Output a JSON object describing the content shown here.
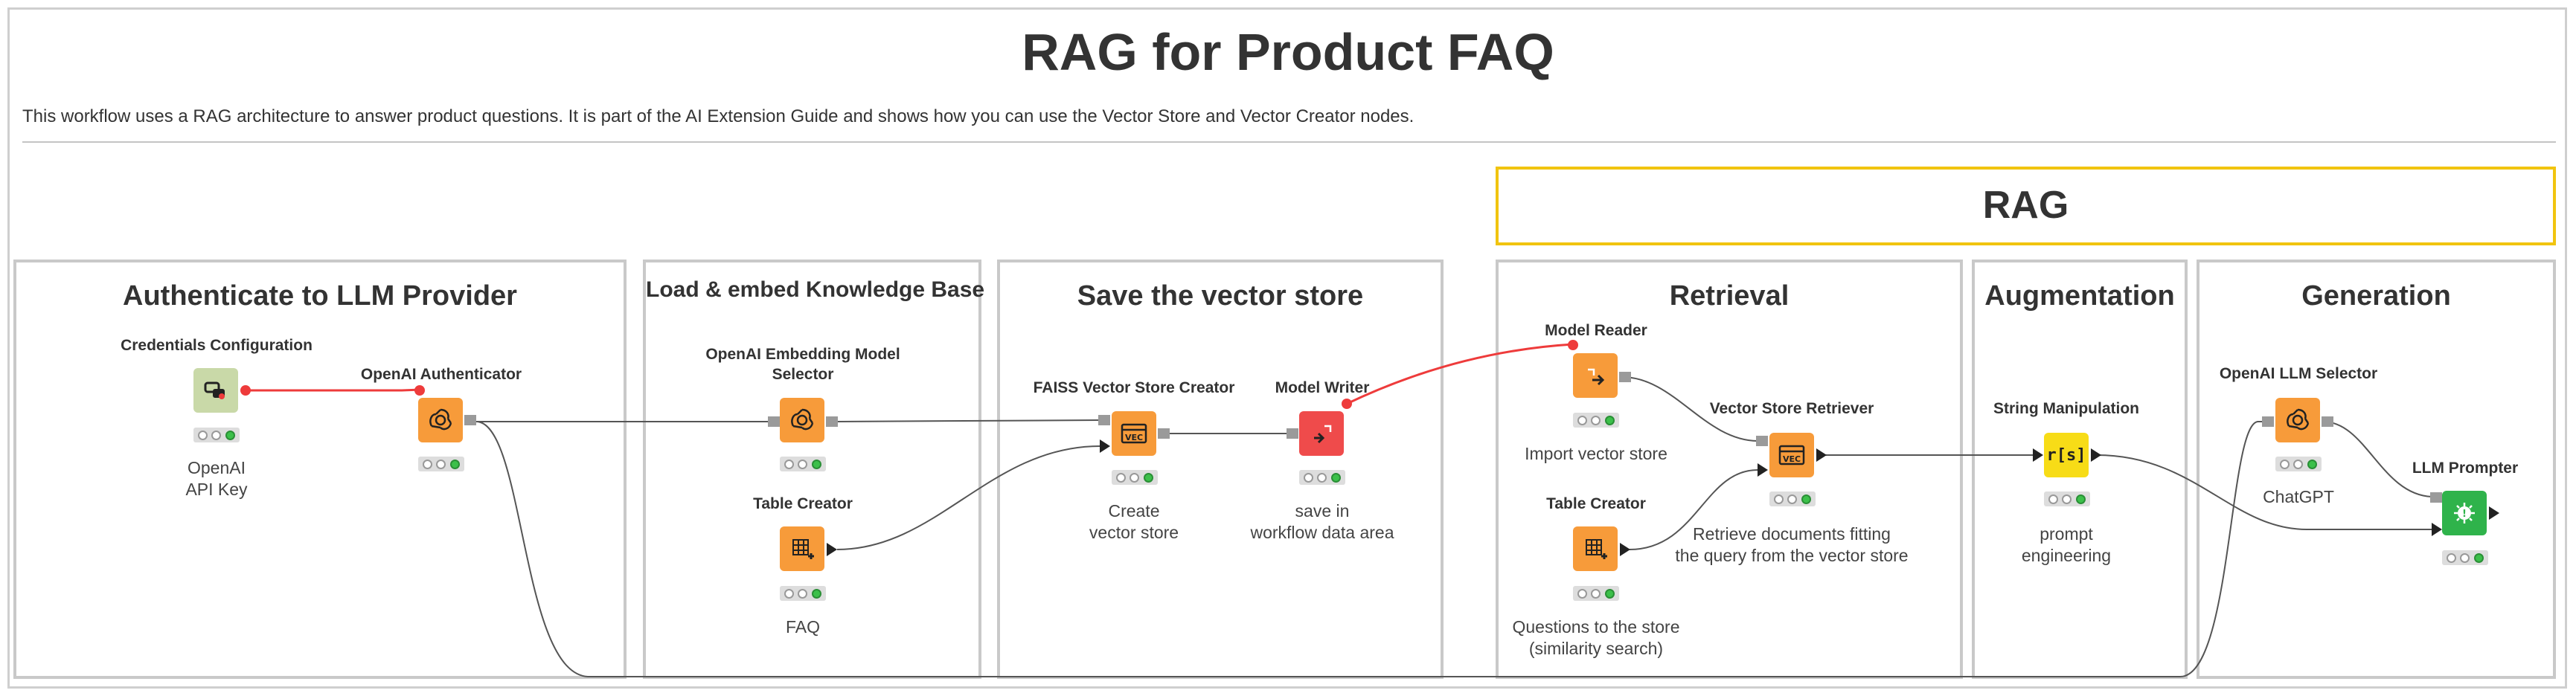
{
  "title": "RAG for Product FAQ",
  "description": "This workflow uses a RAG architecture to answer product questions. It is part of the AI Extension Guide and shows how you can use the Vector Store and Vector Creator nodes.",
  "annotations": {
    "rag": "RAG",
    "auth": "Authenticate to LLM Provider",
    "load": "Load & embed Knowledge Base",
    "save": "Save the vector store",
    "retrieval": "Retrieval",
    "augmentation": "Augmentation",
    "generation": "Generation"
  },
  "nodes": {
    "credentials": {
      "title": "Credentials Configuration",
      "label": "OpenAI\nAPI Key",
      "color": "#c9d9a8",
      "icon": "credentials-icon"
    },
    "authenticator": {
      "title": "OpenAI Authenticator",
      "label": "",
      "color": "#f79b3a",
      "icon": "openai-icon"
    },
    "embedding_selector": {
      "title_line1": "OpenAI Embedding Model",
      "title_line2": "Selector",
      "label": "",
      "color": "#f79b3a",
      "icon": "openai-icon"
    },
    "table_creator_faq": {
      "title": "Table Creator",
      "label": "FAQ",
      "color": "#f79b3a",
      "icon": "table-icon"
    },
    "faiss_creator": {
      "title": "FAISS Vector Store Creator",
      "label": "Create\nvector store",
      "color": "#f79b3a",
      "icon": "vector-store-icon"
    },
    "model_writer": {
      "title": "Model Writer",
      "label": "save in\nworkflow data area",
      "color": "#ef4b4b",
      "icon": "writer-icon"
    },
    "model_reader": {
      "title": "Model Reader",
      "label": "Import vector store",
      "color": "#f79b3a",
      "icon": "reader-icon"
    },
    "table_creator_q": {
      "title": "Table Creator",
      "label": "Questions to the store\n(similarity search)",
      "color": "#f79b3a",
      "icon": "table-icon"
    },
    "retriever": {
      "title": "Vector Store Retriever",
      "label": "Retrieve documents fitting\nthe query from the vector store",
      "color": "#f79b3a",
      "icon": "vector-store-icon"
    },
    "string_manipulation": {
      "title": "String Manipulation",
      "label": "prompt\nengineering",
      "color": "#f7dc17",
      "icon_text": "r[s]"
    },
    "llm_selector": {
      "title": "OpenAI LLM Selector",
      "label": "ChatGPT",
      "color": "#f79b3a",
      "icon": "openai-icon"
    },
    "llm_prompter": {
      "title": "LLM Prompter",
      "label": "",
      "color": "#2fb34b",
      "icon": "prompter-icon"
    }
  },
  "colors": {
    "frame": "#cfcfcf",
    "annotation_border": "#c9c9c9",
    "rag_border": "#f1c40f",
    "connection": "#555555",
    "flow_variable": "#ee3b3b",
    "status_ok": "#3cc04a"
  }
}
